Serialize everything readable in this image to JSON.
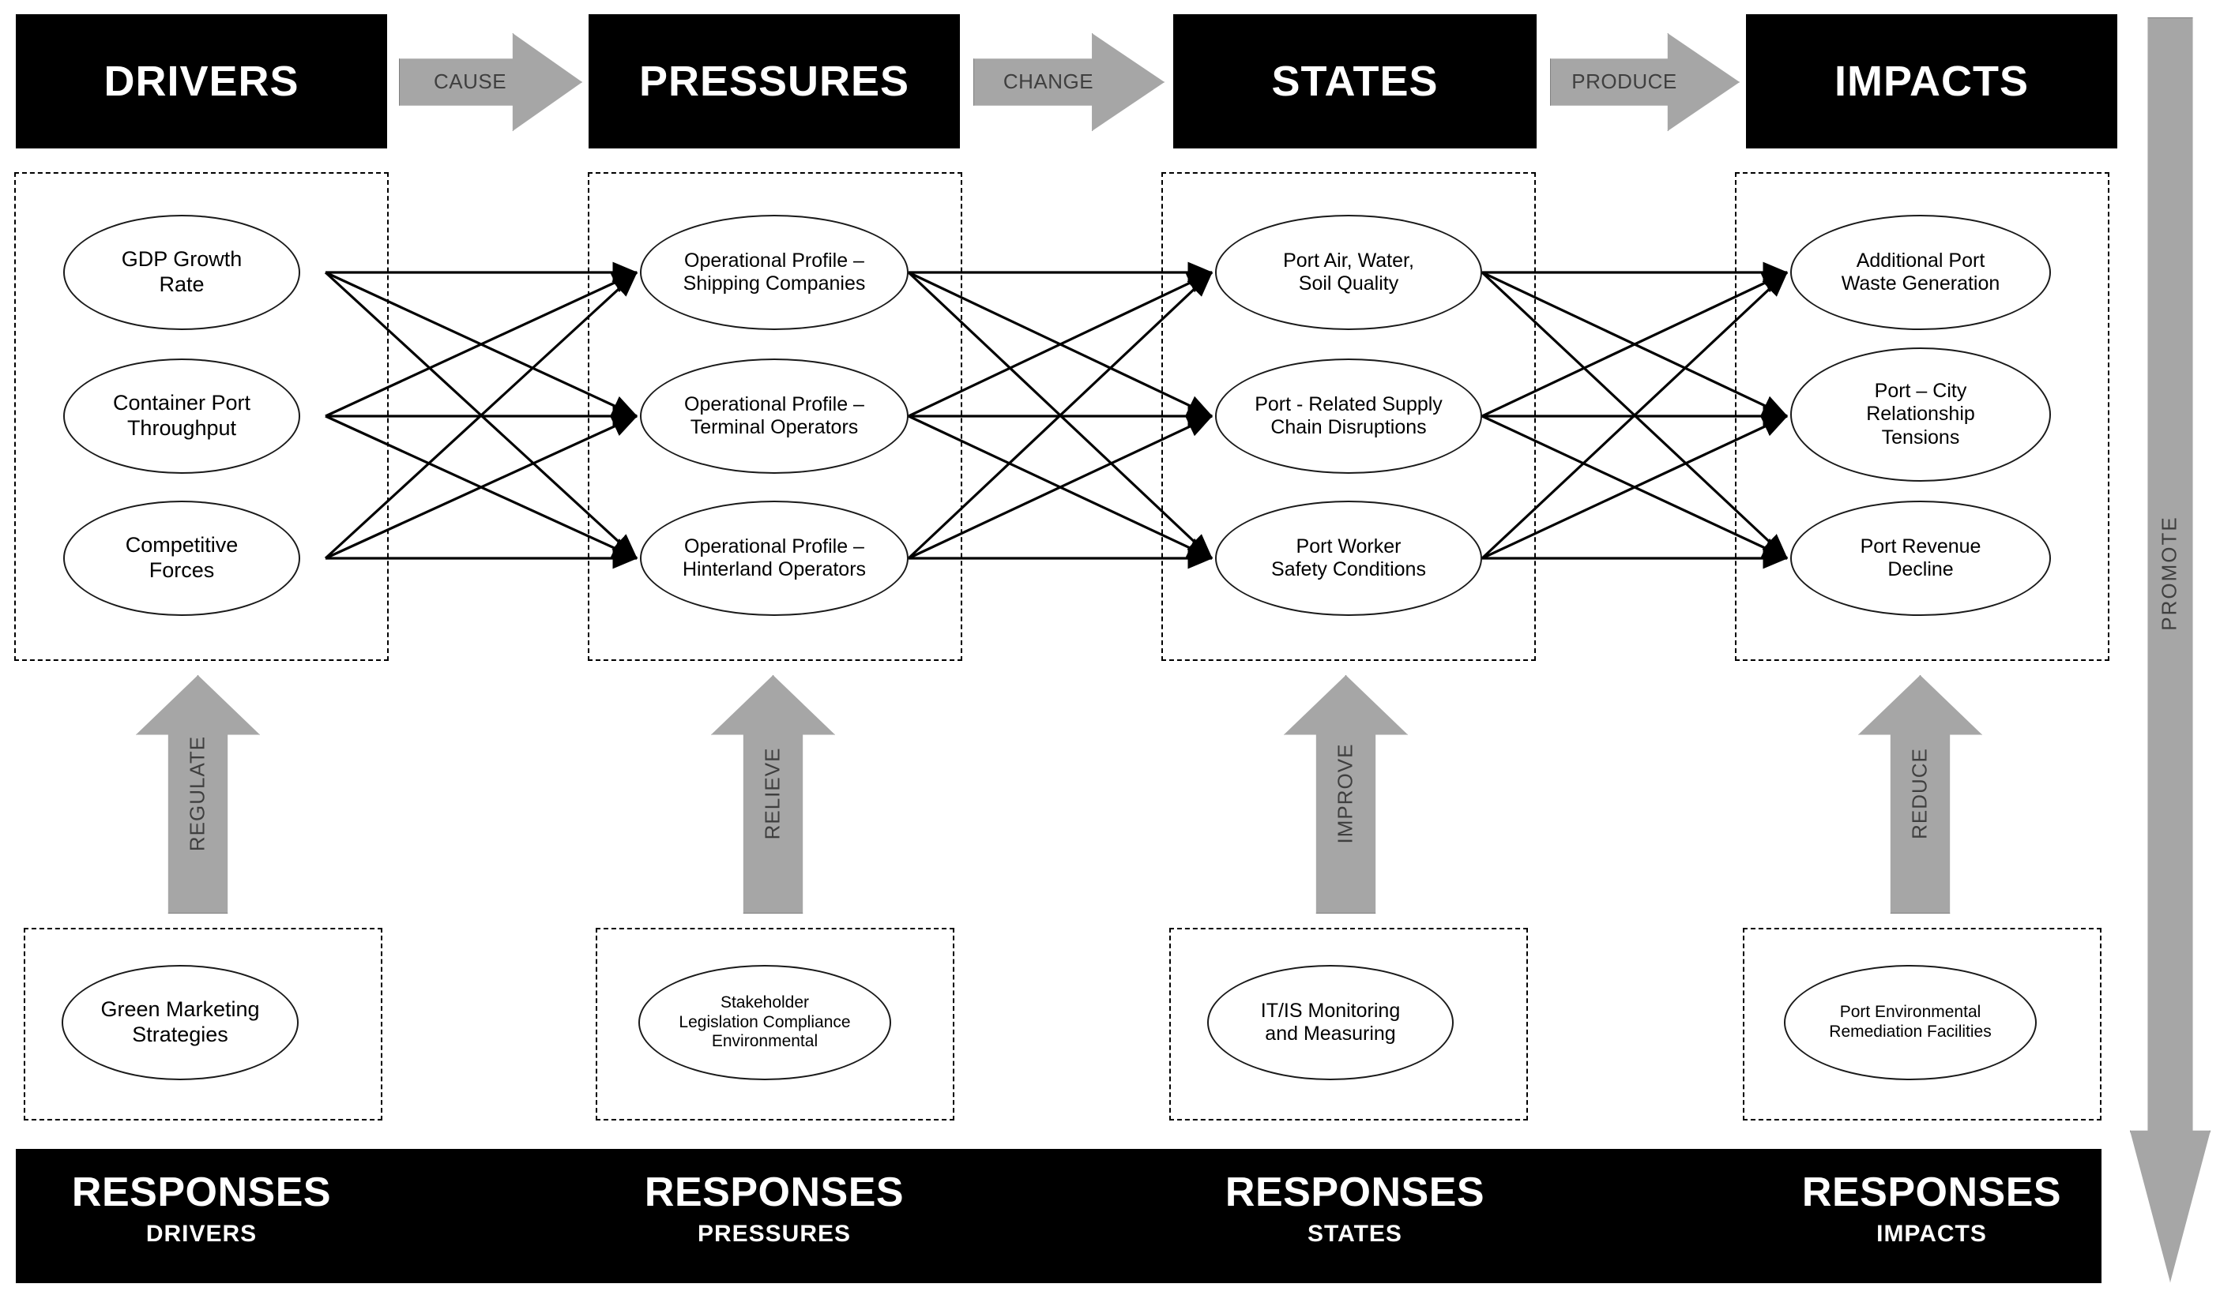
{
  "headers": [
    {
      "id": "drivers",
      "label": "DRIVERS"
    },
    {
      "id": "pressures",
      "label": "PRESSURES"
    },
    {
      "id": "states",
      "label": "STATES"
    },
    {
      "id": "impacts",
      "label": "IMPACTS"
    }
  ],
  "flow_arrows": [
    {
      "id": "cause",
      "label": "CAUSE"
    },
    {
      "id": "change",
      "label": "CHANGE"
    },
    {
      "id": "produce",
      "label": "PRODUCE"
    }
  ],
  "columns": [
    {
      "id": "drivers",
      "nodes": [
        {
          "id": "gdp-growth-rate",
          "label": "GDP Growth\nRate"
        },
        {
          "id": "container-port-throughput",
          "label": "Container  Port\nThroughput"
        },
        {
          "id": "competitive-forces",
          "label": "Competitive\nForces"
        }
      ]
    },
    {
      "id": "pressures",
      "nodes": [
        {
          "id": "operational-profile-shipping-companies",
          "label": "Operational Profile –\nShipping Companies"
        },
        {
          "id": "operational-profile-terminal-operators",
          "label": "Operational Profile –\nTerminal Operators"
        },
        {
          "id": "operational-profile-hinterland-operators",
          "label": "Operational Profile –\nHinterland Operators"
        }
      ]
    },
    {
      "id": "states",
      "nodes": [
        {
          "id": "port-air-water-soil-quality",
          "label": "Port Air, Water,\nSoil Quality"
        },
        {
          "id": "port-related-supply-chain-disruptions",
          "label": "Port - Related Supply\nChain Disruptions"
        },
        {
          "id": "port-worker-safety-conditions",
          "label": "Port Worker\nSafety Conditions"
        }
      ]
    },
    {
      "id": "impacts",
      "nodes": [
        {
          "id": "additional-port-waste-generation",
          "label": "Additional Port\nWaste Generation"
        },
        {
          "id": "port-city-relationship-tensions",
          "label": "Port – City\nRelationship\nTensions"
        },
        {
          "id": "port-revenue-decline",
          "label": "Port Revenue\nDecline"
        }
      ]
    }
  ],
  "response_arrows": [
    {
      "id": "regulate",
      "label": "REGULATE"
    },
    {
      "id": "relieve",
      "label": "RELIEVE"
    },
    {
      "id": "improve",
      "label": "IMPROVE"
    },
    {
      "id": "reduce",
      "label": "REDUCE"
    }
  ],
  "response_nodes": [
    {
      "id": "green-marketing-strategies",
      "label": "Green Marketing\nStrategies"
    },
    {
      "id": "stakeholder-legislation-compliance-environmental",
      "label": "Stakeholder\nLegislation  Compliance\nEnvironmental"
    },
    {
      "id": "it-is-monitoring-and-measuring",
      "label": "IT/IS Monitoring\nand Measuring"
    },
    {
      "id": "port-environmental-remediation-facilities",
      "label": "Port Environmental\nRemediation  Facilities"
    }
  ],
  "responses_banner": [
    {
      "id": "responses-drivers",
      "title": "RESPONSES",
      "subtitle": "DRIVERS"
    },
    {
      "id": "responses-pressures",
      "title": "RESPONSES",
      "subtitle": "PRESSURES"
    },
    {
      "id": "responses-states",
      "title": "RESPONSES",
      "subtitle": "STATES"
    },
    {
      "id": "responses-impacts",
      "title": "RESPONSES",
      "subtitle": "IMPACTS"
    }
  ],
  "promote_arrow": {
    "id": "promote",
    "label": "PROMOTE"
  },
  "colors": {
    "banner_bg": "#000000",
    "banner_text": "#ffffff",
    "arrow_fill": "#a6a6a6",
    "arrow_stroke": "#7f7f7f",
    "arrow_text": "#3f3f3f",
    "node_stroke": "#1a1a1a",
    "edge_stroke": "#000000",
    "page_bg": "#ffffff"
  }
}
